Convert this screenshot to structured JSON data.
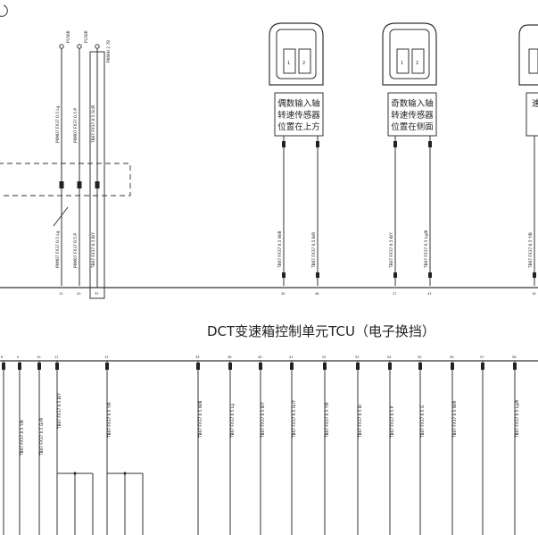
{
  "title": "DCT变速箱控制单元TCU（电子换挡）",
  "sensors": [
    {
      "lines": [
        "偶数输入轴",
        "转速传感器",
        "位置在上方"
      ],
      "pins": [
        "1",
        "2"
      ]
    },
    {
      "lines": [
        "奇数输入轴",
        "转速传感器",
        "位置在侧面"
      ],
      "pins": [
        "1",
        "2"
      ]
    },
    {
      "lines": [
        "速",
        "",
        ""
      ],
      "pins": [
        "",
        ""
      ]
    }
  ],
  "top_labels": [
    "P156R",
    "P156R",
    "P066H 2 78"
  ],
  "vertical_wire_labels": [
    "TB07 FX37 0.5 W/B",
    "TB07 FX37 0.5 B/R",
    "TB07 FX37 0.5 B/Y",
    "TB07 FX37 0.5 Lg/B",
    "TB07 FX37 0.5 Y/B",
    "P0M07 FX37 0.5 Lg",
    "P0M07 FX37 0.5 P",
    "TB07 FX37 0.5 Gr/R",
    "TB07 FX37 0.5 B/Y"
  ],
  "lower_labels": [
    "TB07 FX37 0.5 Y/B",
    "TB07 FX37 0.5 Gr/R",
    "TB07 FX37 0.5 B/Y",
    "TB07 FX37 0.5 Y/R",
    "TB07 FX37 0.5 W/B",
    "TB07 FX37 0.5 Lg",
    "TB07 FX37 0.5 B/Y",
    "TB07 FX37 0.5 Gr/Y",
    "TB07 FX37 0.5 Y/R",
    "TB07 FX37 0.5 Br",
    "TB07 FX37 0.5 P",
    "TB07 FX37 0.5 G",
    "TB07 FX37 0.5 W/R",
    "TB07 FX37 0.5 Lg/R"
  ]
}
